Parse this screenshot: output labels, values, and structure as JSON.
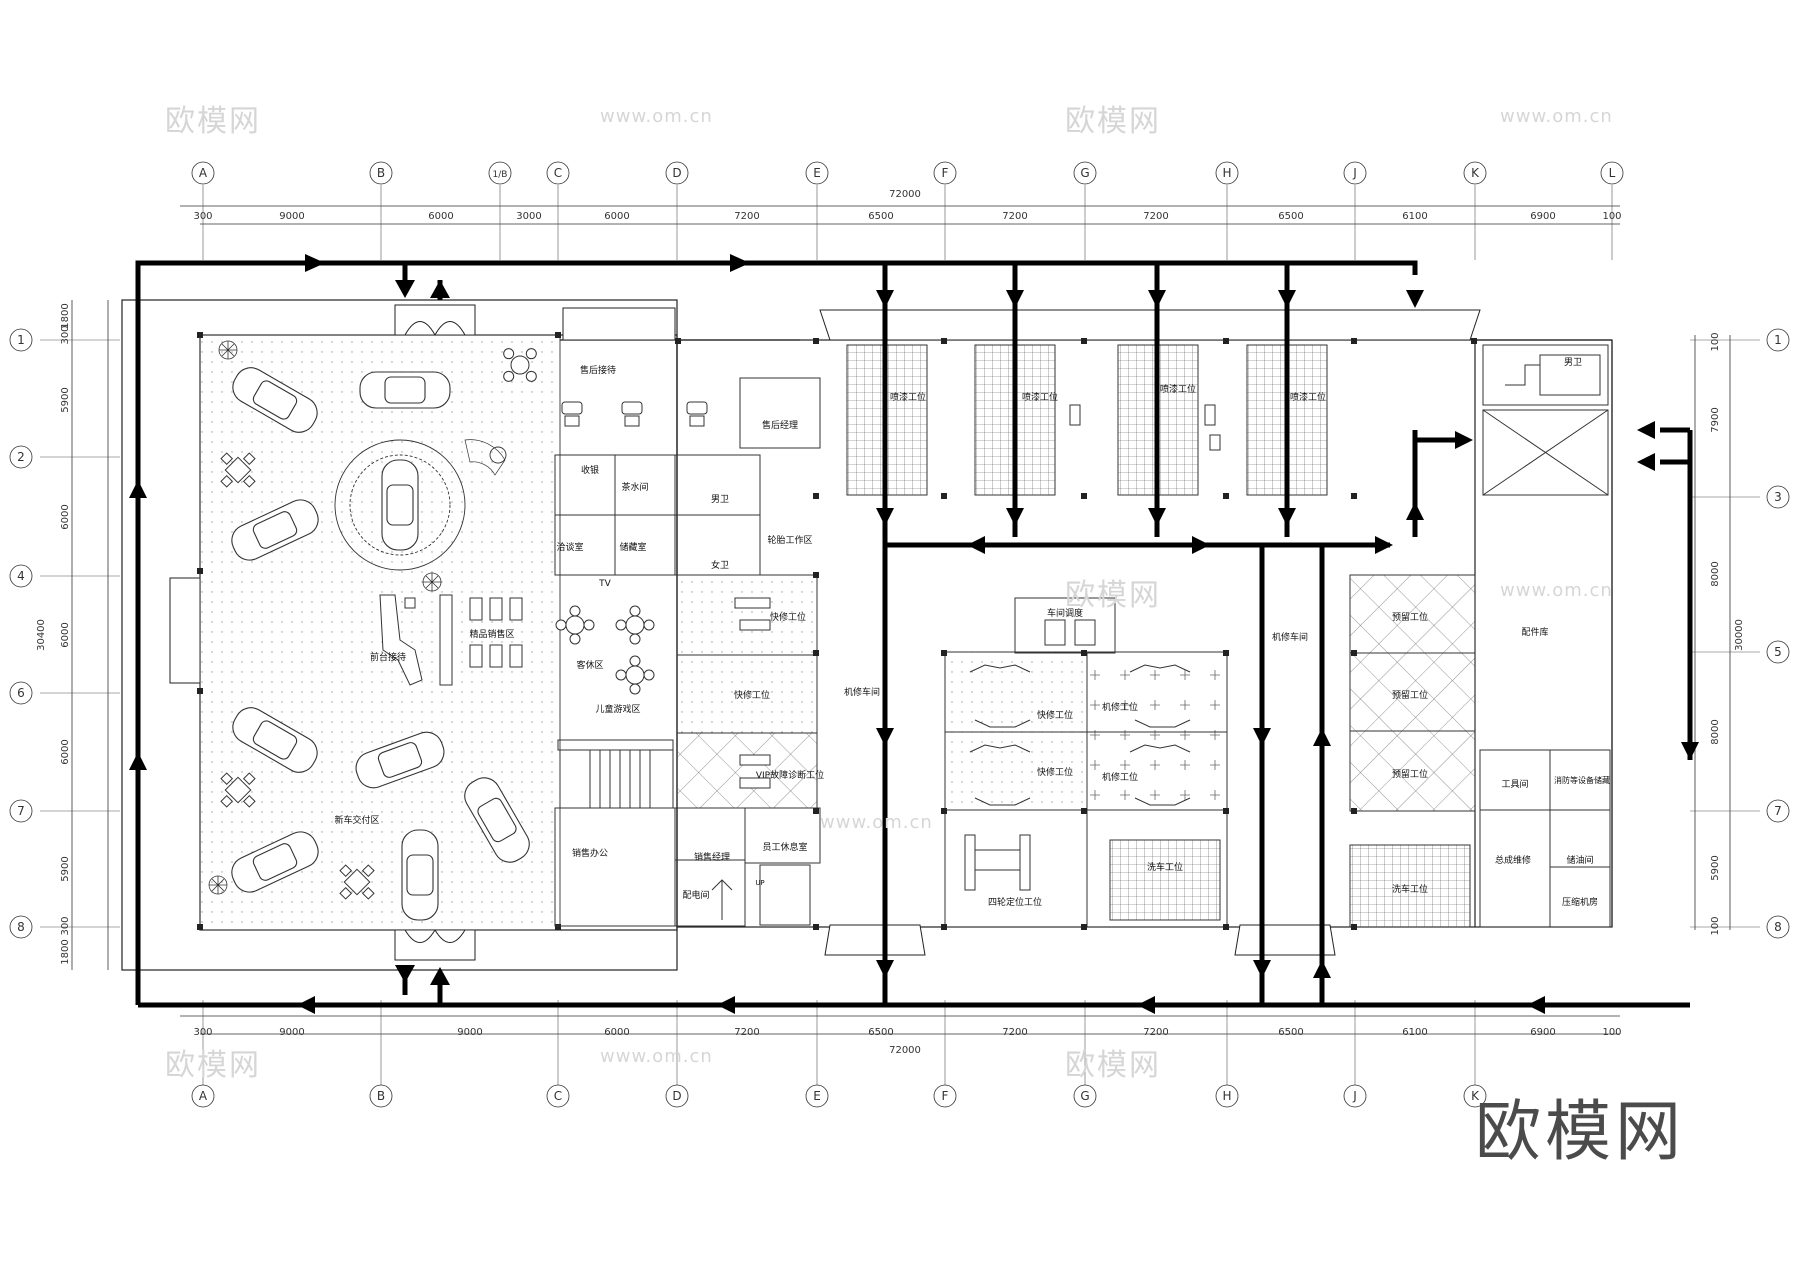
{
  "watermark": {
    "brand_text": "欧模网",
    "site_text": "www.om.cn"
  },
  "dimensions": {
    "top_overall": "72000",
    "bottom_overall": "72000",
    "top_segments": [
      "300",
      "9000",
      "6000",
      "3000",
      "6000",
      "7200",
      "6500",
      "7200",
      "7200",
      "6500",
      "6100",
      "6900",
      "100"
    ],
    "bottom_segments": [
      "300",
      "9000",
      "9000",
      "6000",
      "7200",
      "6500",
      "7200",
      "7200",
      "6500",
      "6100",
      "6900",
      "100"
    ],
    "left_overall": "30400",
    "left_segments": [
      "1800",
      "300",
      "5900",
      "6000",
      "6000",
      "6000",
      "5900",
      "300",
      "1800"
    ],
    "right_overall": "30000",
    "right_segments": [
      "100",
      "7900",
      "8000",
      "8000",
      "5900",
      "100"
    ]
  },
  "axes": {
    "columns_top": [
      "A",
      "B",
      "1/B",
      "C",
      "D",
      "E",
      "F",
      "G",
      "H",
      "J",
      "K",
      "L"
    ],
    "columns_bottom": [
      "A",
      "B",
      "C",
      "D",
      "E",
      "F",
      "G",
      "H",
      "J",
      "K"
    ],
    "rows_left": [
      "1",
      "2",
      "4",
      "6",
      "7",
      "8"
    ],
    "rows_right": [
      "1",
      "3",
      "5",
      "7",
      "8"
    ]
  },
  "rooms": {
    "aftersales_reception": "售后接待",
    "aftersales_manager": "售后经理",
    "cashier": "收银",
    "tea_room": "茶水间",
    "mens_wc": "男卫",
    "womens_wc": "女卫",
    "negotiation": "洽谈室",
    "storage": "储藏室",
    "tv": "TV",
    "tire_workshop": "轮胎工作区",
    "front_desk": "前台接待",
    "boutique_sales": "精品销售区",
    "lounge": "客休区",
    "kids_play": "儿童游戏区",
    "new_car_delivery": "新车交付区",
    "quick_repair_1": "快修工位",
    "quick_repair_2": "快修工位",
    "vip_diagnosis": "VIP故障诊断工位",
    "sales_office": "销售办公",
    "sales_manager": "销售经理",
    "staff_rest": "员工休息室",
    "power_room": "配电间",
    "up": "UP",
    "mech_workshop_1": "机修车间",
    "mech_workshop_2": "机修车间",
    "paint_bay_1": "喷漆工位",
    "paint_bay_2": "喷漆工位",
    "paint_bay_3": "喷漆工位",
    "paint_bay_4": "喷漆工位",
    "dispatch": "车间调度",
    "quick_bay_a": "快修工位",
    "quick_bay_b": "快修工位",
    "mech_bay_a": "机修工位",
    "mech_bay_b": "机修工位",
    "wheel_alignment": "四轮定位工位",
    "wash_bay_1": "洗车工位",
    "wash_bay_2": "洗车工位",
    "prep_bay_1": "预留工位",
    "prep_bay_2": "预留工位",
    "prep_bay_3": "预留工位",
    "parts_store": "配件库",
    "tool_room": "工具间",
    "equipment_room": "消防等设备储藏",
    "assembly_repair": "总成维修",
    "oil_room": "储油间",
    "compressor_room": "压缩机房",
    "mens_wc_2": "男卫"
  }
}
